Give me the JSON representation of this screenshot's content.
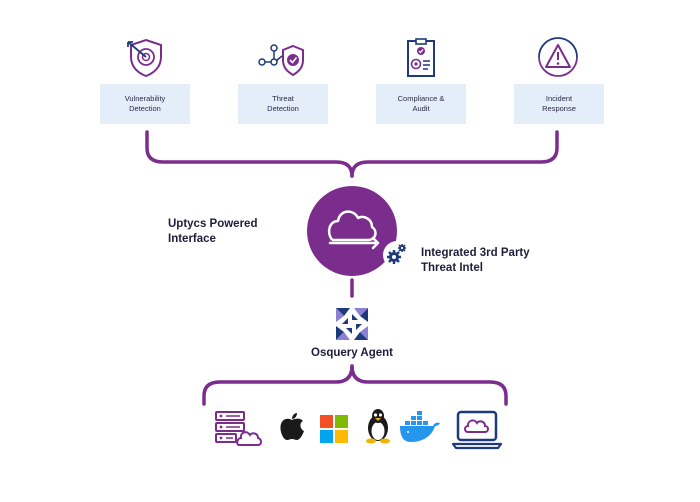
{
  "features": [
    {
      "label": "Vulnerability\nDetection",
      "icon": "vulnerability-shield-icon"
    },
    {
      "label": "Threat\nDetection",
      "icon": "threat-network-shield-icon"
    },
    {
      "label": "Compliance &\nAudit",
      "icon": "compliance-clipboard-icon"
    },
    {
      "label": "Incident\nResponse",
      "icon": "incident-warning-icon"
    }
  ],
  "hub": {
    "label": "Uptycs Powered\nInterface",
    "icon": "cloud-arrow-icon",
    "threat_intel_label": "Integrated 3rd Party\nThreat Intel",
    "threat_intel_icon": "gear-cog-icon"
  },
  "agent": {
    "label": "Osquery Agent",
    "icon": "osquery-logo-icon"
  },
  "platforms": [
    {
      "icon": "server-cloud-icon"
    },
    {
      "icon": "apple-icon"
    },
    {
      "icon": "windows-icon"
    },
    {
      "icon": "linux-tux-icon"
    },
    {
      "icon": "docker-icon"
    },
    {
      "icon": "laptop-cloud-icon"
    }
  ],
  "colors": {
    "purple": "#7b2d8e",
    "navy": "#1f3a7a",
    "box_fill": "#e4eef8",
    "text": "#1e1e3c"
  }
}
